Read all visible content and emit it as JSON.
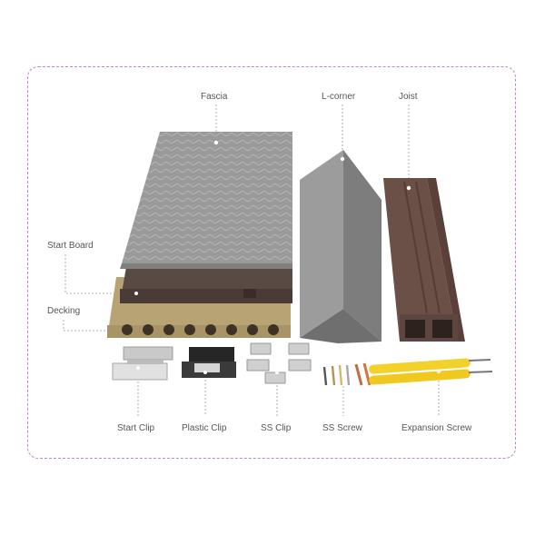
{
  "labels": {
    "fascia": "Fascia",
    "l_corner": "L-corner",
    "joist": "Joist",
    "start_board": "Start Board",
    "decking": "Decking",
    "start_clip": "Start Clip",
    "plastic_clip": "Plastic Clip",
    "ss_clip": "SS Clip",
    "ss_screw": "SS Screw",
    "expansion_screw": "Expansion Screw"
  },
  "colors": {
    "frame_border": "#b58bc6",
    "fascia_gray": "#9a9a9a",
    "board_brown": "#5a4a44",
    "decking_tan": "#b8a374",
    "joist_brown": "#6b5048",
    "expansion_yellow": "#f2d22a"
  }
}
